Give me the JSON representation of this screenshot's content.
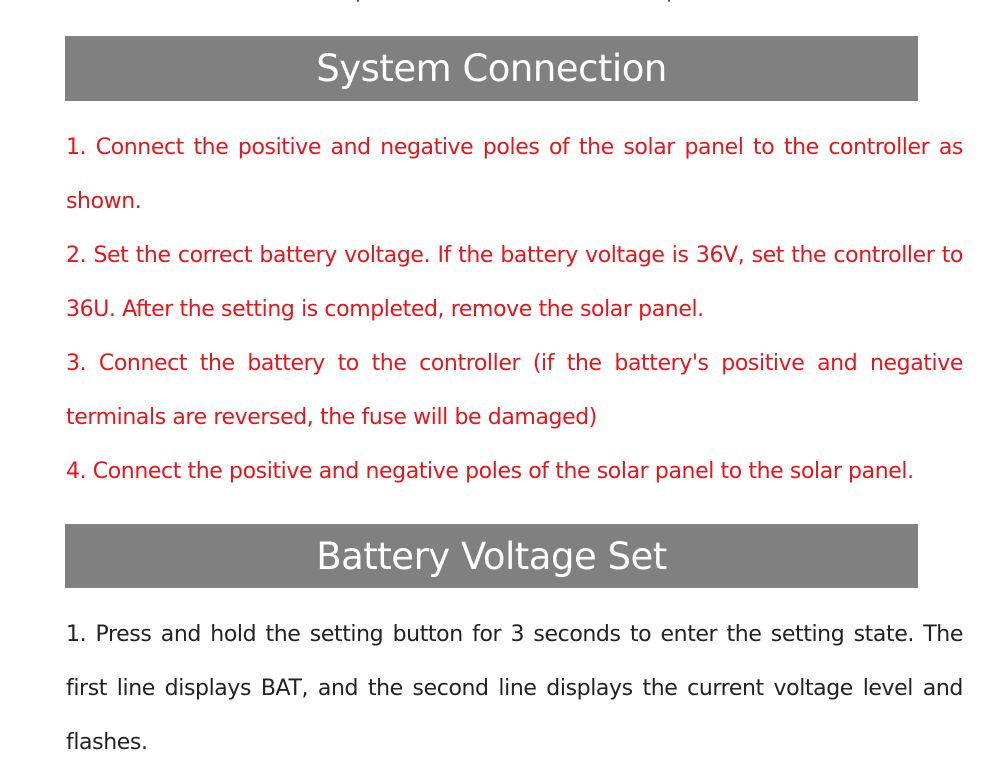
{
  "sections": [
    {
      "heading": "System Connection",
      "color": "#e5151b",
      "steps": [
        "1. Connect the positive and negative poles of the solar panel to the controller as shown.",
        "2. Set the correct battery voltage. If the battery voltage is 36V, set the controller to 36U. After the setting is completed, remove the solar panel.",
        "3. Connect the battery to the controller (if the battery's positive and negative terminals are reversed, the fuse will be damaged)",
        "4. Connect the positive and negative poles of the solar panel to the solar panel."
      ]
    },
    {
      "heading": "Battery Voltage Set",
      "color": "#222222",
      "steps": [
        "1. Press and hold the setting button for 3 seconds to enter the setting state. The first line displays BAT, and the second line displays the current voltage level and flashes."
      ]
    }
  ],
  "colors": {
    "banner_background": "#808080",
    "banner_text": "#ffffff"
  }
}
